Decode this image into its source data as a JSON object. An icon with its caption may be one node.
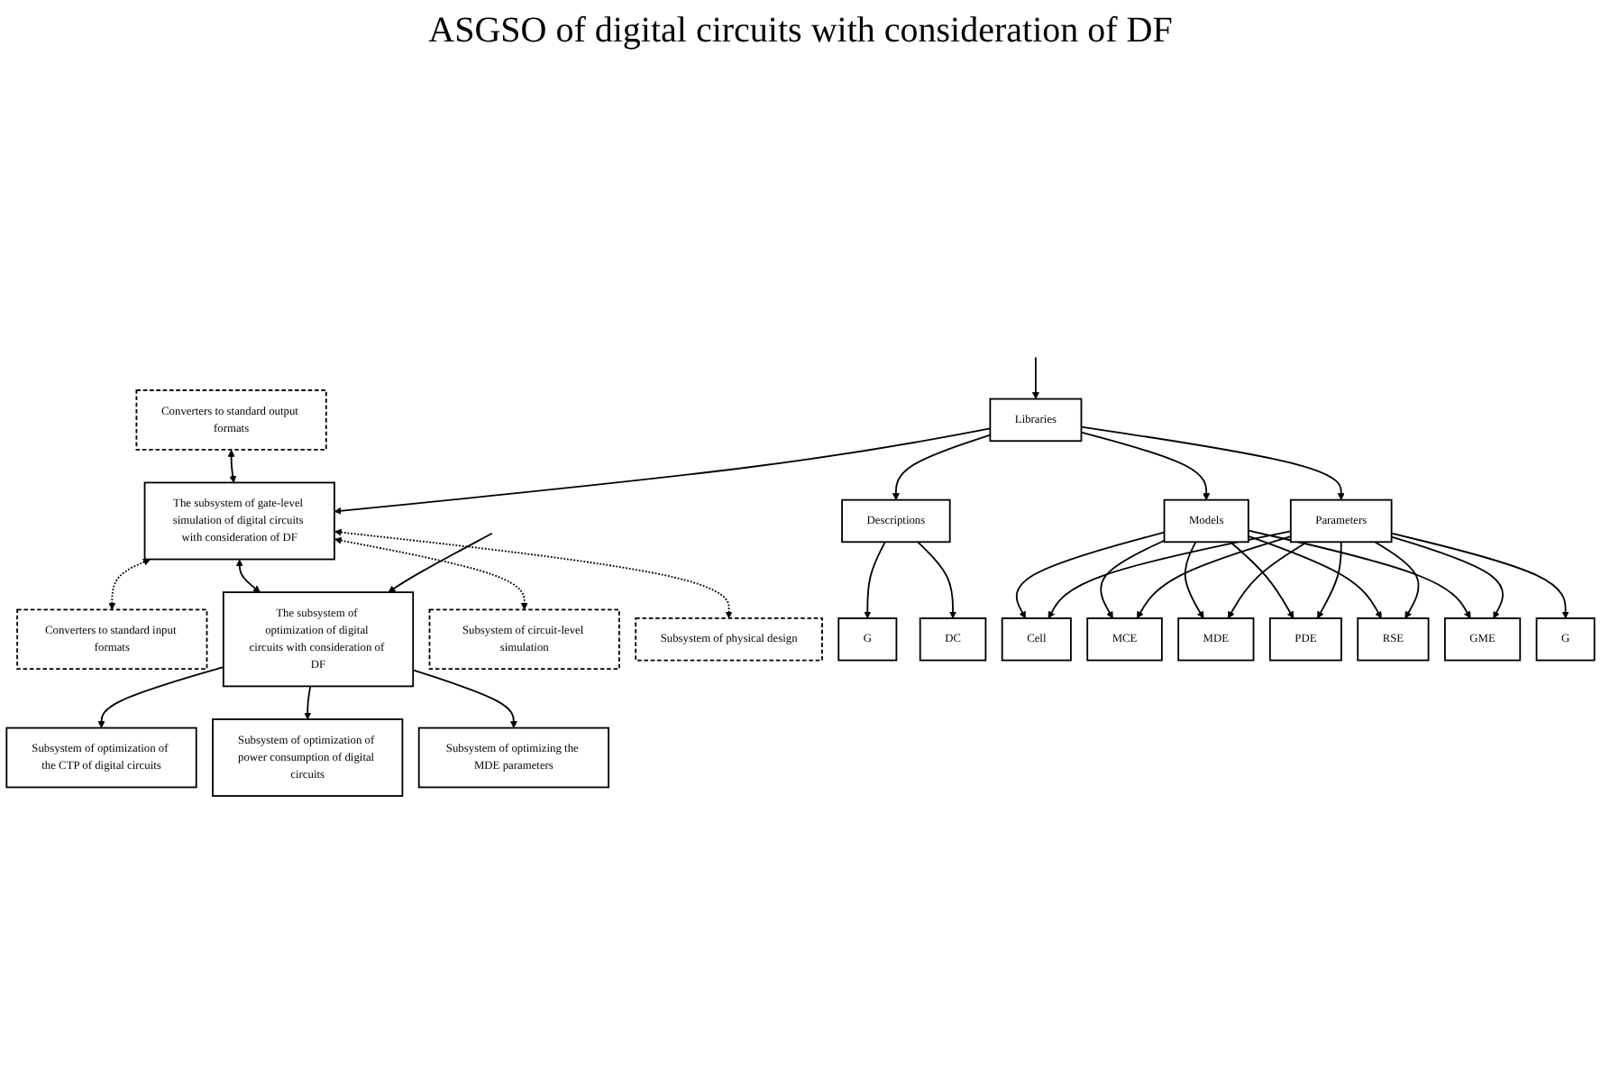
{
  "diagram": {
    "title": "ASGSO of digital circuits with consideration of DF",
    "nodes": [
      {
        "text": [
          "Converters to standard input formats"
        ]
      },
      {
        "text": [
          "Converters to standard output formats"
        ]
      },
      {
        "text": [
          "The subsystem of gate-level simulation of digital circuits with consideration of DF"
        ]
      },
      {
        "text": [
          "The subsystem of optimization of digital circuits with consideration of DF"
        ]
      },
      {
        "text": [
          "Subsystem of circuit-level simulation"
        ]
      },
      {
        "text": [
          "Subsystem of physical design"
        ]
      },
      {
        "text": [
          "Subsystem of optimization of the CTP of digital circuits"
        ]
      },
      {
        "text": [
          "Subsystem of optimization of power consumption of digital circuits"
        ]
      },
      {
        "text": [
          "Subsystem of optimizing the MDE parameters"
        ]
      },
      {
        "text": [
          "Libraries"
        ]
      },
      {
        "text": [
          "Descriptions"
        ]
      },
      {
        "text": [
          "Models"
        ]
      },
      {
        "text": [
          "Parameters"
        ]
      },
      {
        "text": [
          "G"
        ]
      },
      {
        "text": [
          "DC"
        ]
      },
      {
        "text": [
          "Cell"
        ]
      },
      {
        "text": [
          "MCE"
        ]
      },
      {
        "text": [
          "MDE"
        ]
      },
      {
        "text": [
          "PDE"
        ]
      },
      {
        "text": [
          "RSE"
        ]
      },
      {
        "text": [
          "GME"
        ]
      },
      {
        "text": [
          "G"
        ]
      }
    ],
    "edges": [
      {
        "from": 2,
        "to": 0,
        "arrow": "both",
        "style": "dashed"
      },
      {
        "from": 1,
        "to": 2,
        "arrow": "both"
      },
      {
        "from": 2,
        "to": 3,
        "arrow": "both"
      },
      {
        "from": null,
        "to": 3,
        "arrow": "to"
      },
      {
        "from": 2,
        "to": 4,
        "arrow": "both",
        "style": "dashed"
      },
      {
        "from": 2,
        "to": 5,
        "arrow": "both",
        "style": "dashed"
      },
      {
        "from": 3,
        "to": 6,
        "arrow": "to"
      },
      {
        "from": 3,
        "to": 7,
        "arrow": "to"
      },
      {
        "from": 3,
        "to": 8,
        "arrow": "to"
      },
      {
        "from": 9,
        "to": 2,
        "arrow": "to"
      },
      {
        "from": null,
        "to": 9,
        "arrow": "to"
      },
      {
        "from": 9,
        "to": 10,
        "arrow": "to"
      },
      {
        "from": 9,
        "to": 11,
        "arrow": "to"
      },
      {
        "from": 9,
        "to": 12,
        "arrow": "to"
      },
      {
        "from": 10,
        "to": 13,
        "arrow": "to"
      },
      {
        "from": 10,
        "to": 14,
        "arrow": "to"
      },
      {
        "from": 11,
        "to": 15,
        "arrow": "to"
      },
      {
        "from": 11,
        "to": 16,
        "arrow": "to"
      },
      {
        "from": 11,
        "to": 17,
        "arrow": "to"
      },
      {
        "from": 11,
        "to": 18,
        "arrow": "to"
      },
      {
        "from": 11,
        "to": 19,
        "arrow": "to"
      },
      {
        "from": 11,
        "to": 20,
        "arrow": "to"
      },
      {
        "from": 12,
        "to": 15,
        "arrow": "to"
      },
      {
        "from": 12,
        "to": 16,
        "arrow": "to"
      },
      {
        "from": 12,
        "to": 17,
        "arrow": "to"
      },
      {
        "from": 12,
        "to": 18,
        "arrow": "to"
      },
      {
        "from": 12,
        "to": 19,
        "arrow": "to"
      },
      {
        "from": 12,
        "to": 20,
        "arrow": "to"
      },
      {
        "from": 12,
        "to": 21,
        "arrow": "to"
      }
    ]
  }
}
